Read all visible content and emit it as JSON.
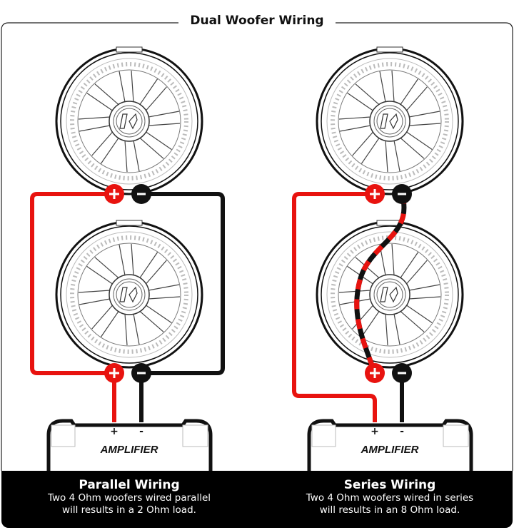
{
  "title": "Dual Woofer Wiring",
  "colors": {
    "positive": "#e8130f",
    "negative": "#111111",
    "footer": "#000000"
  },
  "panels": [
    {
      "heading": "Parallel Wiring",
      "description_line1": "Two 4 Ohm woofers wired parallel",
      "description_line2": "will results in a 2 Ohm load.",
      "amplifier": {
        "label": "AMPLIFIER",
        "positive": "+",
        "negative": "-"
      },
      "terminals": {
        "positive": "+",
        "negative": "−"
      }
    },
    {
      "heading": "Series Wiring",
      "description_line1": "Two 4 Ohm woofers wired in series",
      "description_line2": "will results in an 8 Ohm load.",
      "amplifier": {
        "label": "AMPLIFIER",
        "positive": "+",
        "negative": "-"
      },
      "terminals": {
        "positive": "+",
        "negative": "−"
      }
    }
  ]
}
